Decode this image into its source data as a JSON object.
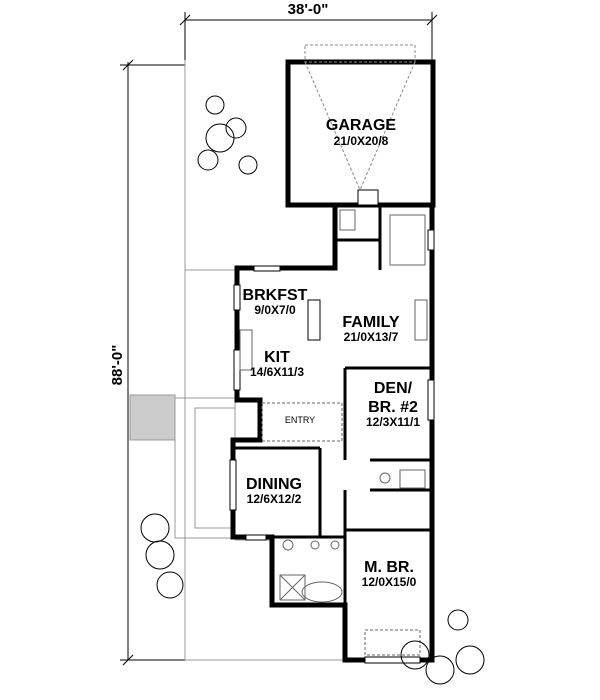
{
  "dimensions": {
    "width": "38'-0\"",
    "depth": "88'-0\""
  },
  "rooms": [
    {
      "name": "GARAGE",
      "size": "21/0X20/8"
    },
    {
      "name": "BRKFST",
      "size": "9/0X7/0"
    },
    {
      "name": "FAMILY",
      "size": "21/0X13/7"
    },
    {
      "name": "KIT",
      "size": "14/6X11/3"
    },
    {
      "name": "DEN/",
      "name2": "BR. #2",
      "size": "12/3X11/1"
    },
    {
      "name": "ENTRY"
    },
    {
      "name": "DINING",
      "size": "12/6X12/2"
    },
    {
      "name": "M. BR.",
      "size": "12/0X15/0"
    }
  ]
}
